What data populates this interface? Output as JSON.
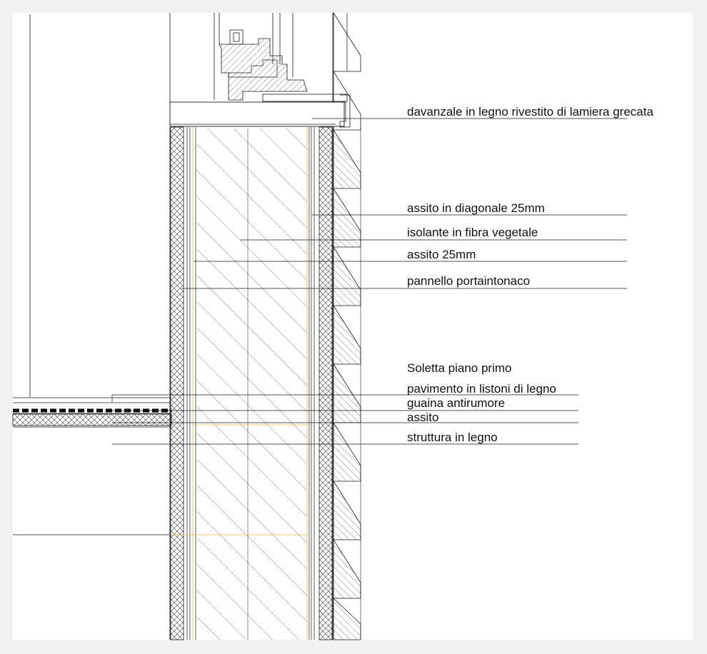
{
  "labels": {
    "davanzale": "davanzale in legno rivestito di lamiera grecata",
    "assito_diagonale": "assito in diagonale 25mm",
    "isolante": "isolante in fibra vegetale",
    "assito_25": "assito  25mm",
    "pannello": "pannello portaintonaco",
    "soletta": "Soletta piano primo",
    "pavimento": "pavimento in listoni di legno",
    "guaina": "guaina antirumore",
    "assito": "assito",
    "struttura": "struttura in legno"
  },
  "colors": {
    "line": "#1a1a1a",
    "stud": "#e8b84a",
    "paper": "#ffffff",
    "background": "#f2f2f2"
  }
}
